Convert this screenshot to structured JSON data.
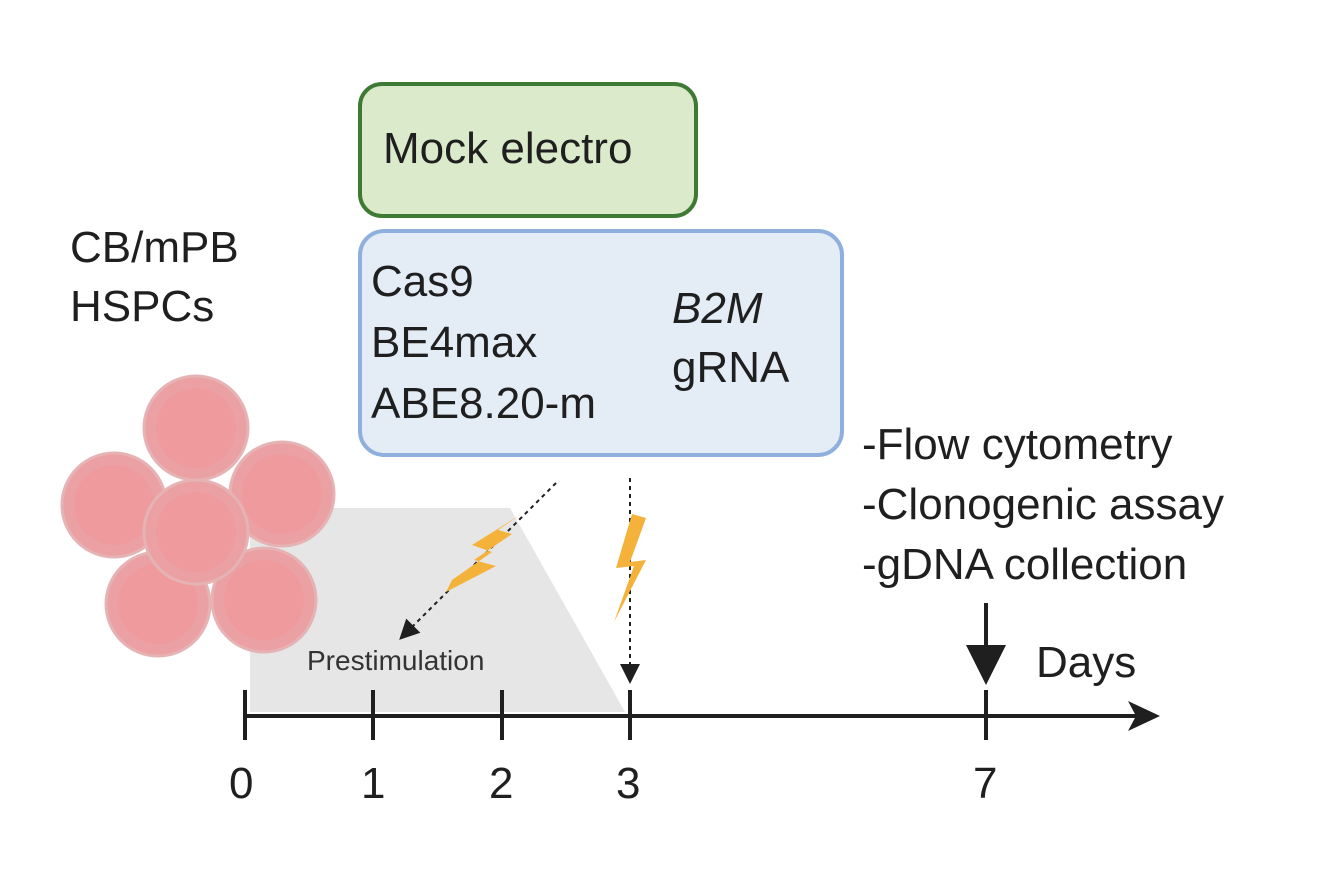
{
  "source_label": {
    "line1": "CB/mPB",
    "line2": "HSPCs"
  },
  "mock_box": {
    "label": "Mock electro"
  },
  "editors_box": {
    "editors": [
      "Cas9",
      "BE4max",
      "ABE8.20-m"
    ],
    "target_gene": "B2M",
    "target_suffix": "gRNA"
  },
  "prestimulation_label": "Prestimulation",
  "readouts": [
    "-Flow cytometry",
    "-Clonogenic assay",
    "-gDNA collection"
  ],
  "axis": {
    "unit_label": "Days",
    "ticks": [
      "0",
      "1",
      "2",
      "3",
      "7"
    ]
  },
  "colors": {
    "green_fill": "#dceacc",
    "green_border": "#3f7a35",
    "blue_fill": "#e4ecf6",
    "blue_border": "#8fb0dd",
    "cell_fill": "#f0a3a5",
    "cell_outer": "#e8a0a3",
    "bolt": "#f4b23a",
    "prestim_region": "#e6e6e6",
    "axis": "#1f1f1f"
  },
  "icons": [
    "blood-cell-cluster-icon",
    "lightning-bolt-icon",
    "arrow-icon"
  ]
}
